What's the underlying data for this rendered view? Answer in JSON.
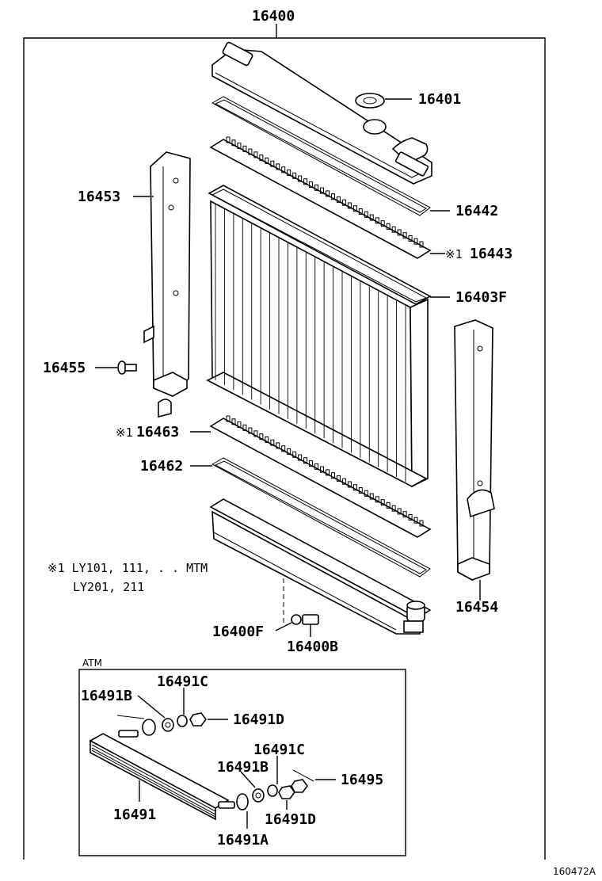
{
  "labels": {
    "assembly": "16400",
    "cap_seal": "16401",
    "gasket_upper": "16442",
    "tank_upper": "16443",
    "core": "16403F",
    "support_left": "16453",
    "bolt": "16455",
    "tank_lower": "16463",
    "gasket_lower": "16462",
    "support_right": "16454",
    "drain_gasket": "16400F",
    "drain_plug": "16400B",
    "cooler": "16491",
    "cooler_a": "16491A",
    "cooler_b1": "16491B",
    "cooler_c1": "16491C",
    "cooler_d1": "16491D",
    "cooler_b2": "16491B",
    "cooler_c2": "16491C",
    "cooler_d2": "16491D",
    "hose": "16495"
  },
  "marks": {
    "tank_upper_prefix": "※1",
    "tank_lower_prefix": "※1"
  },
  "note": {
    "line1": "※1 LY101, 111, . . MTM",
    "line2": "LY201, 211"
  },
  "atm_label": "ATM",
  "diagram_id": "160472A"
}
